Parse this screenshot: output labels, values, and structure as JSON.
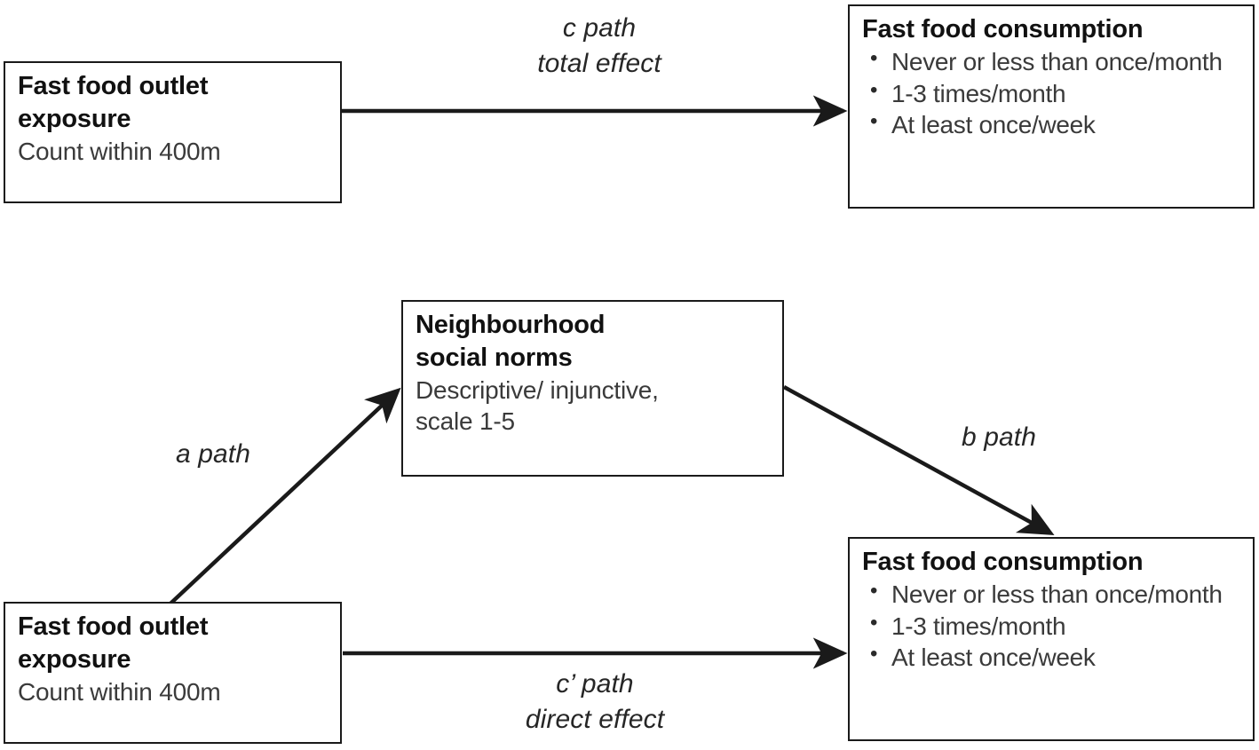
{
  "figure": {
    "type": "mediation-path-diagram",
    "background_color": "#ffffff",
    "line_color": "#1a1a1a"
  },
  "models": {
    "total_effect_model": {
      "predictor": {
        "title": "Fast food outlet\nexposure",
        "subtitle": "Count within 400m"
      },
      "outcome": {
        "title": "Fast food consumption",
        "items": [
          "Never or less than once/month",
          "1-3 times/month",
          "At least once/week"
        ]
      },
      "path": {
        "name": "c path",
        "description": "total effect"
      }
    },
    "mediation_model": {
      "predictor": {
        "title": "Fast food outlet\nexposure",
        "subtitle": "Count within 400m"
      },
      "mediator": {
        "title": "Neighbourhood\nsocial norms",
        "subtitle": "Descriptive/ injunctive,\nscale 1-5"
      },
      "outcome": {
        "title": "Fast food consumption",
        "items": [
          "Never or less than once/month",
          "1-3 times/month",
          "At least once/week"
        ]
      },
      "paths": {
        "a": {
          "name": "a path",
          "description": ""
        },
        "b": {
          "name": "b path",
          "description": ""
        },
        "c_prime": {
          "name": "c’ path",
          "description": "direct effect"
        }
      }
    }
  },
  "labels": {
    "c_path": "c path\ntotal effect",
    "a_path": "a path",
    "b_path": "b path",
    "c_prime_path": "c’ path\ndirect effect"
  }
}
